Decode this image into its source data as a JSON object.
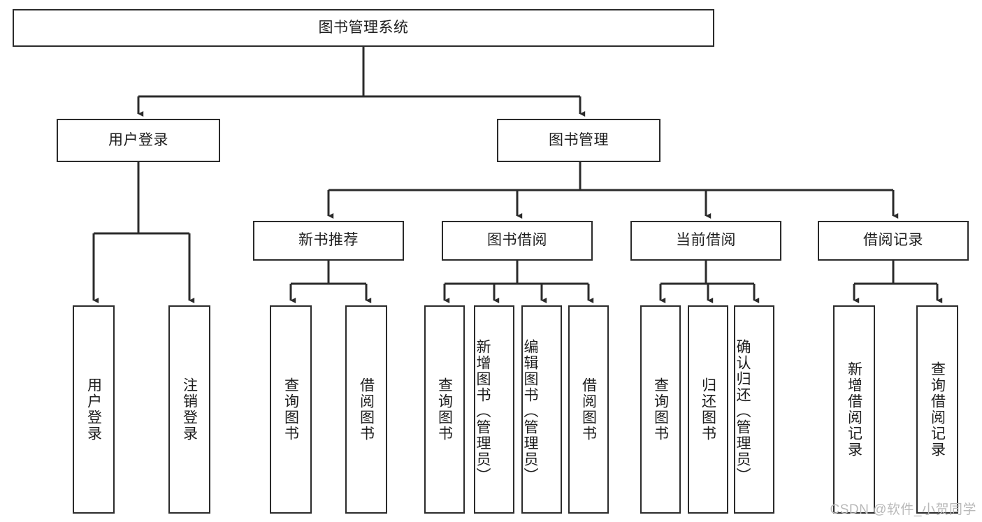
{
  "diagram": {
    "type": "tree",
    "title": "图书管理系统",
    "theme": {
      "background": "#ffffff",
      "box_border": "#2b2b2b",
      "box_fill": "#ffffff",
      "text": "#1d1d1d",
      "edge": "#2b2b2b",
      "watermark": "#b9b9b9"
    },
    "root": {
      "label": "图书管理系统"
    },
    "level2": [
      {
        "label": "用户登录"
      },
      {
        "label": "图书管理"
      }
    ],
    "level3": [
      {
        "label": "新书推荐"
      },
      {
        "label": "图书借阅"
      },
      {
        "label": "当前借阅"
      },
      {
        "label": "借阅记录"
      }
    ],
    "leaves": {
      "user_login": [
        {
          "label": "用户登录"
        },
        {
          "label": "注销登录"
        }
      ],
      "new_book_recommend": [
        {
          "label": "查询图书"
        },
        {
          "label": "借阅图书"
        }
      ],
      "book_borrow": [
        {
          "label": "查询图书"
        },
        {
          "label": "新增图书（管理员）"
        },
        {
          "label": "编辑图书（管理员）"
        },
        {
          "label": "借阅图书"
        }
      ],
      "current_borrow": [
        {
          "label": "查询图书"
        },
        {
          "label": "归还图书"
        },
        {
          "label": "确认归还（管理员）"
        }
      ],
      "borrow_record": [
        {
          "label": "新增借阅记录"
        },
        {
          "label": "查询借阅记录"
        }
      ]
    },
    "watermark": "CSDN @软件_小贺同学"
  }
}
